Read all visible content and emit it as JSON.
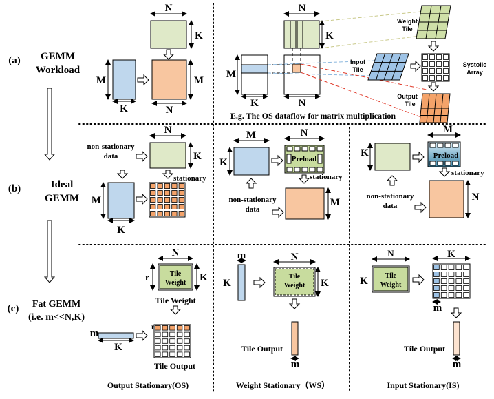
{
  "colors": {
    "green": "#dfe9c8",
    "blue": "#bfd7ed",
    "orange": "#f8c6a0",
    "light_orange": "#fde3d0",
    "weight_tile": "#cfe0a8",
    "input_tile": "#9ec3e6",
    "output_tile": "#f4a36a",
    "preload": "#c8dc9e"
  },
  "rows": {
    "a": {
      "label": "(a)",
      "title_line1": "GEMM",
      "title_line2": "Workload"
    },
    "b": {
      "label": "(b)",
      "title_line1": "Ideal",
      "title_line2": "GEMM"
    },
    "c": {
      "label": "(c)",
      "title_line1": "Fat GEMM",
      "title_line2": "(i.e. m<<N,K)"
    }
  },
  "dims": {
    "N": "N",
    "K": "K",
    "M": "M",
    "m": "m",
    "r": "r"
  },
  "os_dataflow": {
    "caption": "E.g. The OS dataflow for matrix multiplication",
    "weight_tile": "Weight Tile",
    "input_tile": "Input Tile",
    "output_tile": "Output Tile",
    "systolic_array": "Systolic Array"
  },
  "labels": {
    "non_stationary_data": "non-stationary data",
    "stationary": "stationary",
    "preload": "Preload",
    "tile_weight": "Tile Weight",
    "tile_output": "Tile Output"
  },
  "columns": [
    "Output Stationary(OS)",
    "Weight Stationary（WS）",
    "Input Stationary(IS)"
  ]
}
